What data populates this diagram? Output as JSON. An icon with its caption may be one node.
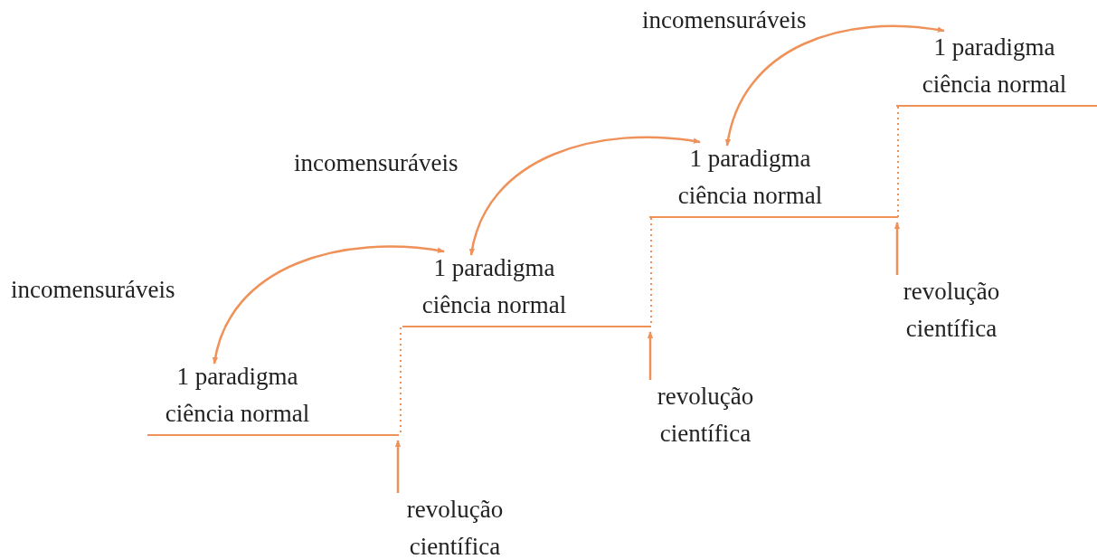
{
  "diagram": {
    "nodes": [
      {
        "text": [
          "1 paradigma ciência normal"
        ]
      },
      {
        "text": [
          "1 paradigma ciência normal"
        ]
      },
      {
        "text": [
          "1 paradigma ciência normal"
        ]
      },
      {
        "text": [
          "1 paradigma ciência normal"
        ]
      },
      {
        "text": [
          "revolução científica"
        ]
      },
      {
        "text": [
          "revolução científica"
        ]
      },
      {
        "text": [
          "revolução científica"
        ]
      }
    ],
    "edges": [
      {
        "from": 0,
        "to": 1,
        "arrow": "both",
        "label": "incomensuráveis"
      },
      {
        "from": 1,
        "to": 2,
        "arrow": "both",
        "label": "incomensuráveis"
      },
      {
        "from": 2,
        "to": 3,
        "arrow": "both",
        "label": "incomensuráveis"
      },
      {
        "from": 4,
        "to": 0,
        "arrow": "to"
      },
      {
        "from": 5,
        "to": 1,
        "arrow": "to"
      },
      {
        "from": 6,
        "to": 2,
        "arrow": "to"
      }
    ]
  }
}
